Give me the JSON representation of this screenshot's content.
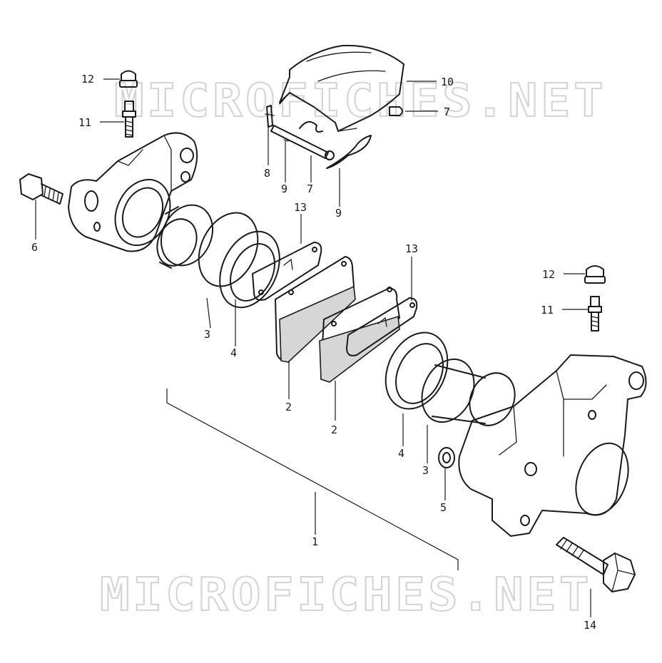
{
  "watermark": {
    "top": "MICROFICHES.NET",
    "bottom": "MICROFICHES.NET"
  },
  "callouts": {
    "c1": "1",
    "c2a": "2",
    "c2b": "2",
    "c3a": "3",
    "c3b": "3",
    "c4a": "4",
    "c4b": "4",
    "c5": "5",
    "c6": "6",
    "c7a": "7",
    "c7b": "7",
    "c8": "8",
    "c9a": "9",
    "c9b": "9",
    "c10": "10",
    "c11a": "11",
    "c11b": "11",
    "c12a": "12",
    "c12b": "12",
    "c13a": "13",
    "c13b": "13",
    "c14": "14"
  }
}
